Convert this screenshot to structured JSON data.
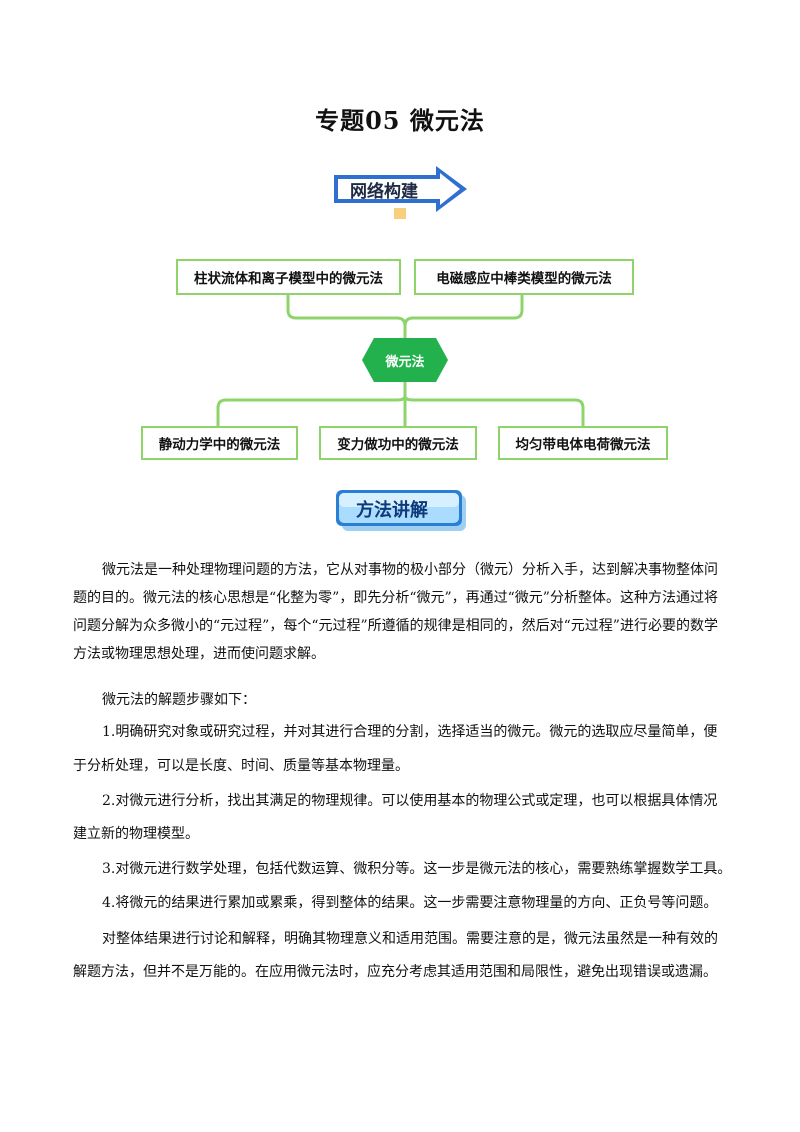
{
  "title": "专题05  微元法",
  "banner_network": {
    "label": "网络构建"
  },
  "banner_method": {
    "label": "方法讲解"
  },
  "mind_map": {
    "center": "微元法",
    "top_nodes": [
      "柱状流体和离子模型中的微元法",
      "电磁感应中棒类模型的微元法"
    ],
    "bottom_nodes": [
      "静动力学中的微元法",
      "变力做功中的微元法",
      "均匀带电体电荷微元法"
    ],
    "line_color": "#8ed46a",
    "center_color": "#22b14c"
  },
  "paragraphs": {
    "p1_line1": "微元法是一种处理物理问题的方法，它从对事物的极小部分（微元）分析入手，达到解决事物整体问",
    "p1_rest": "题的目的。微元法的核心思想是“化整为零”，即先分析“微元”，再通过“微元”分析整体。这种方法通过将问题分解为众多微小的“元过程”，每个“元过程”所遵循的规律是相同的，然后对“元过程”进行必要的数学方法或物理思想处理，进而使问题求解。",
    "p2": "微元法的解题步骤如下：",
    "step1_line1": "1.明确研究对象或研究过程，并对其进行合理的分割，选择适当的微元。微元的选取应尽量简单，便",
    "step1_rest": "于分析处理，可以是长度、时间、质量等基本物理量。",
    "step2_line1": "2.对微元进行分析，找出其满足的物理规律。可以使用基本的物理公式或定理，也可以根据具体情况",
    "step2_rest": "建立新的物理模型。",
    "step3": "3.对微元进行数学处理，包括代数运算、微积分等。这一步是微元法的核心，需要熟练掌握数学工具。",
    "step4": "4.将微元的结果进行累加或累乘，得到整体的结果。这一步需要注意物理量的方向、正负号等问题。",
    "p_last_line1": "对整体结果进行讨论和解释，明确其物理意义和适用范围。需要注意的是，微元法虽然是一种有效的",
    "p_last_rest": "解题方法，但并不是万能的。在应用微元法时，应充分考虑其适用范围和局限性，避免出现错误或遗漏。"
  }
}
